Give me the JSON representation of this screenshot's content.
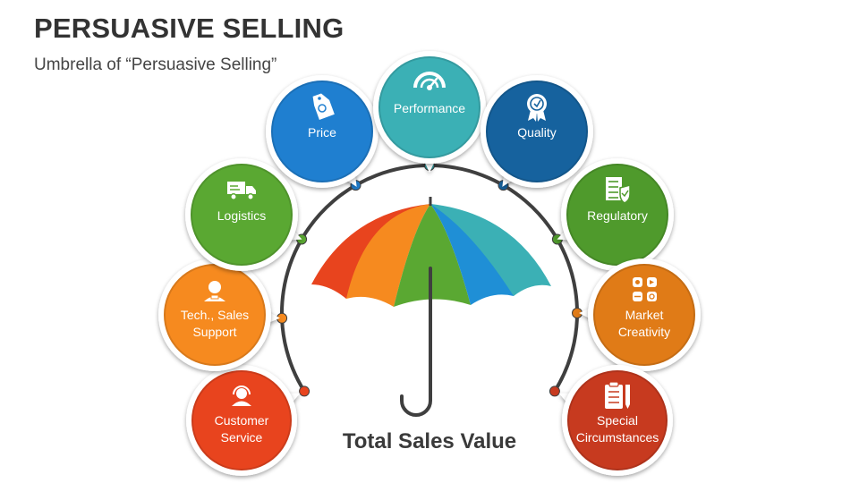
{
  "title": "PERSUASIVE SELLING",
  "subtitle": "Umbrella of “Persuasive Selling”",
  "bottom_label": "Total Sales Value",
  "nodes": [
    {
      "id": "customer-service",
      "lines": [
        "Customer",
        "Service"
      ],
      "color": "#e8441e",
      "icon": "headset-agent-icon"
    },
    {
      "id": "tech-sales-support",
      "lines": [
        "Tech., Sales",
        "Support"
      ],
      "color": "#f68a1f",
      "icon": "support-agent-icon"
    },
    {
      "id": "logistics",
      "lines": [
        "Logistics"
      ],
      "color": "#5aa832",
      "icon": "delivery-truck-icon"
    },
    {
      "id": "price",
      "lines": [
        "Price"
      ],
      "color": "#1f7fd0",
      "icon": "price-tag-icon"
    },
    {
      "id": "performance",
      "lines": [
        "Performance"
      ],
      "color": "#3bb0b5",
      "icon": "speedometer-icon"
    },
    {
      "id": "quality",
      "lines": [
        "Quality"
      ],
      "color": "#16629e",
      "icon": "quality-badge-icon"
    },
    {
      "id": "regulatory",
      "lines": [
        "Regulatory"
      ],
      "color": "#4f9a2c",
      "icon": "checklist-shield-icon"
    },
    {
      "id": "market-creativity",
      "lines": [
        "Market",
        "Creativity"
      ],
      "color": "#e07b17",
      "icon": "creative-media-icon"
    },
    {
      "id": "special-circumstances",
      "lines": [
        "Special",
        "Circumstances"
      ],
      "color": "#c73a1f",
      "icon": "clipboard-pencil-icon"
    }
  ],
  "umbrella_panel_colors": [
    "#e8441e",
    "#f68a1f",
    "#5aa832",
    "#1f8fd6",
    "#3bb0b5"
  ],
  "arc_color": "#3f3f3f",
  "umbrella_handle_color": "#3f3f3f"
}
